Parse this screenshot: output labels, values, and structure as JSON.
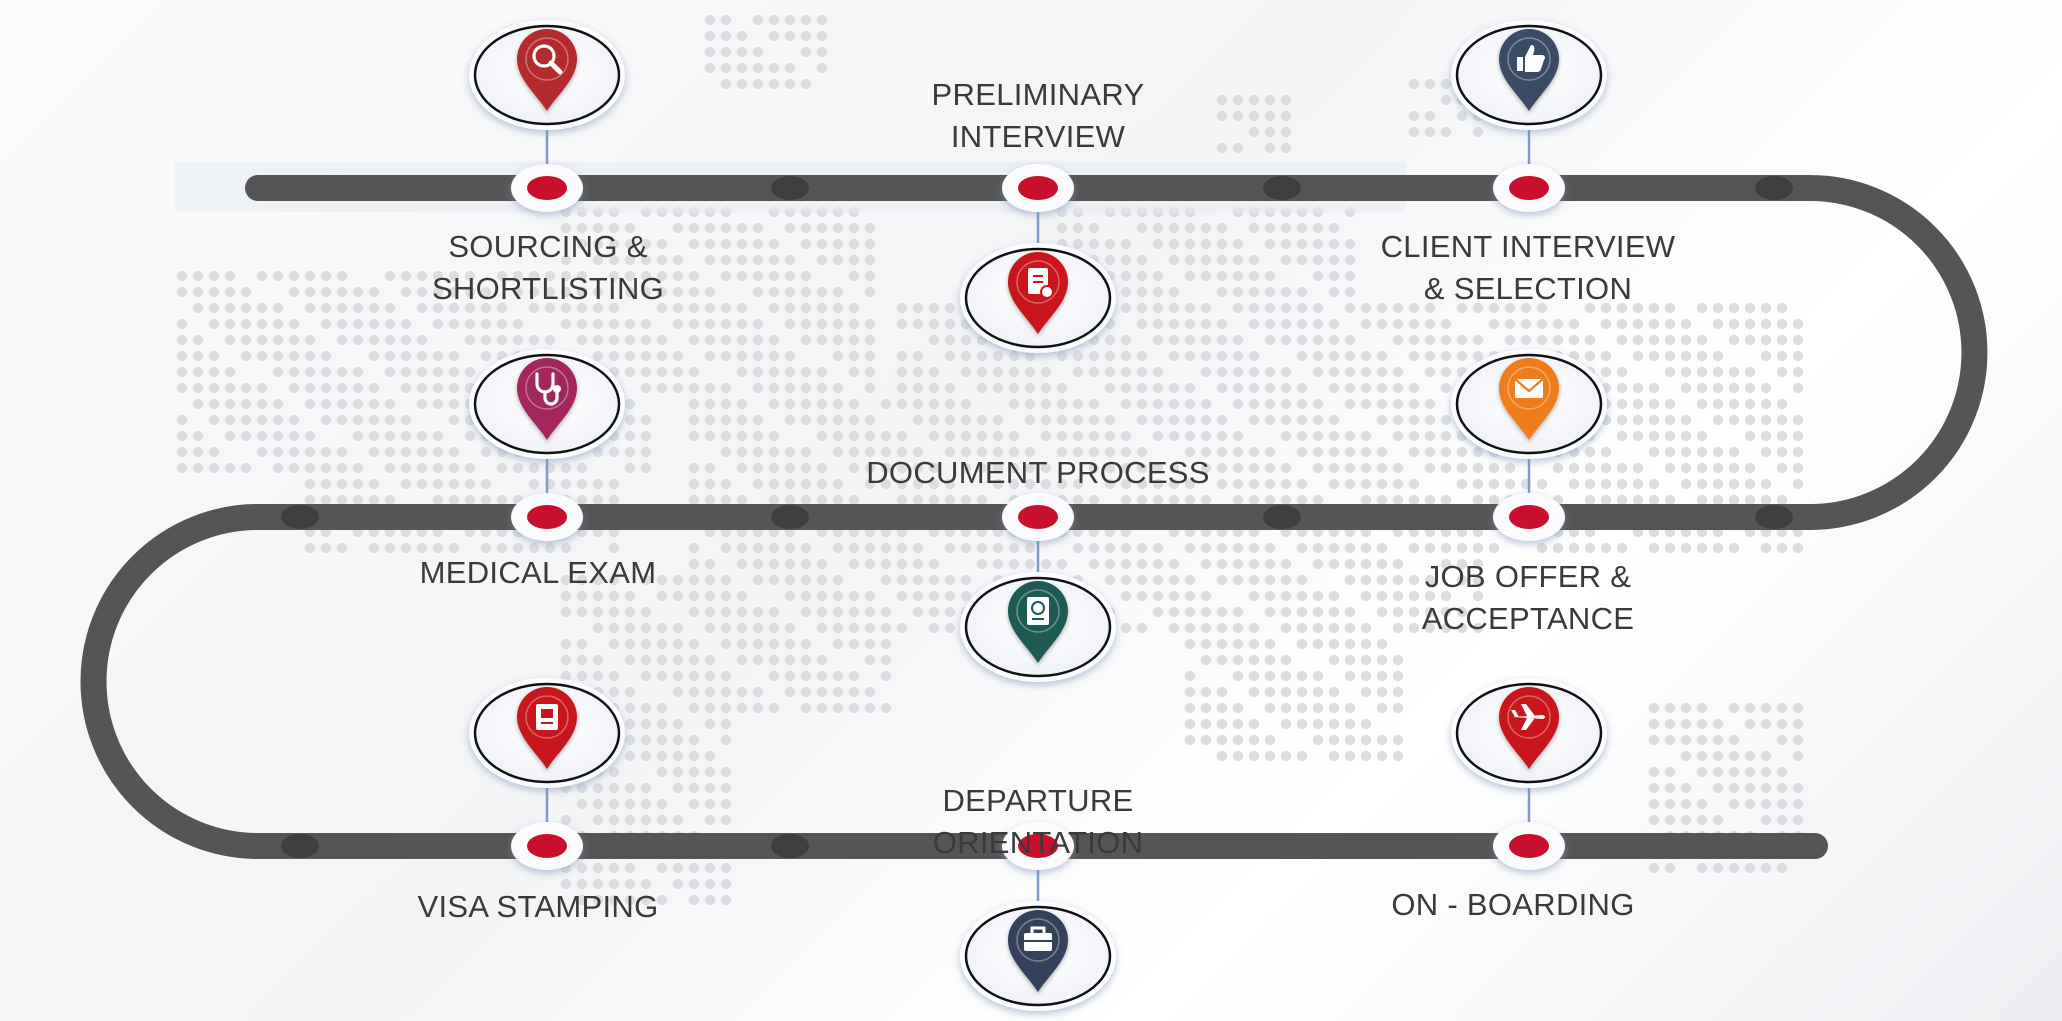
{
  "colors": {
    "track": "#555555",
    "track_dot": "#3e3e3e",
    "node": "#c8102e",
    "connector": "#7e9ac9",
    "map_dot": "#dcdde0"
  },
  "steps": [
    {
      "id": "sourcing",
      "label": "SOURCING &\nSHORTLISTING",
      "icon": "magnifier-icon",
      "color": "#b52a2e"
    },
    {
      "id": "preliminary-interview",
      "label": "PRELIMINARY\nINTERVIEW",
      "icon": "document-icon",
      "color": "#c8141c"
    },
    {
      "id": "client-interview",
      "label": "CLIENT INTERVIEW\n& SELECTION",
      "icon": "thumbs-up-icon",
      "color": "#3a4b66"
    },
    {
      "id": "job-offer",
      "label": "JOB OFFER &\nACCEPTANCE",
      "icon": "envelope-icon",
      "color": "#ef7d1c"
    },
    {
      "id": "document-process",
      "label": "DOCUMENT PROCESS",
      "icon": "passport-icon",
      "color": "#1f5a52"
    },
    {
      "id": "medical-exam",
      "label": "MEDICAL EXAM",
      "icon": "stethoscope-icon",
      "color": "#a3285d"
    },
    {
      "id": "visa-stamping",
      "label": "VISA STAMPING",
      "icon": "visa-stamp-icon",
      "color": "#c8141c"
    },
    {
      "id": "departure-orientation",
      "label": "DEPARTURE ORIENTATION",
      "icon": "briefcase-icon",
      "color": "#34415a"
    },
    {
      "id": "on-boarding",
      "label": "ON - BOARDING",
      "icon": "airplane-icon",
      "color": "#c8141c"
    }
  ]
}
